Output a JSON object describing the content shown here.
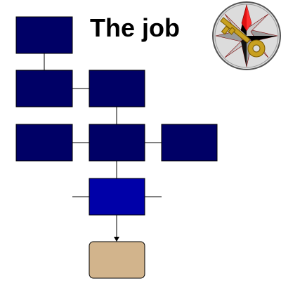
{
  "page": {
    "title": "The job",
    "background": "#ffffff"
  },
  "logo": {
    "icon": "compass-rose-with-key",
    "ring_color": "#8a8a8a",
    "fill_color": "#dcdcdc",
    "star_dark": "#000000",
    "star_light": "#9a9a9a",
    "star_accent": "#e01010",
    "key_color": "#c8a020"
  },
  "diagram": {
    "colors": {
      "box": "#000066",
      "box_highlight": "#0000a8",
      "box_final": "#d2b48c",
      "line": "#000000"
    },
    "boxes": [
      {
        "id": "box-top",
        "role": "org-chart-box"
      },
      {
        "id": "box-row2-left",
        "role": "org-chart-box"
      },
      {
        "id": "box-row2-right",
        "role": "org-chart-box"
      },
      {
        "id": "box-row3-left",
        "role": "org-chart-box"
      },
      {
        "id": "box-row3-middle",
        "role": "org-chart-box"
      },
      {
        "id": "box-row3-right",
        "role": "org-chart-box"
      },
      {
        "id": "box-row4-highlighted",
        "role": "highlighted-box"
      },
      {
        "id": "box-final",
        "role": "outcome-box"
      }
    ]
  }
}
